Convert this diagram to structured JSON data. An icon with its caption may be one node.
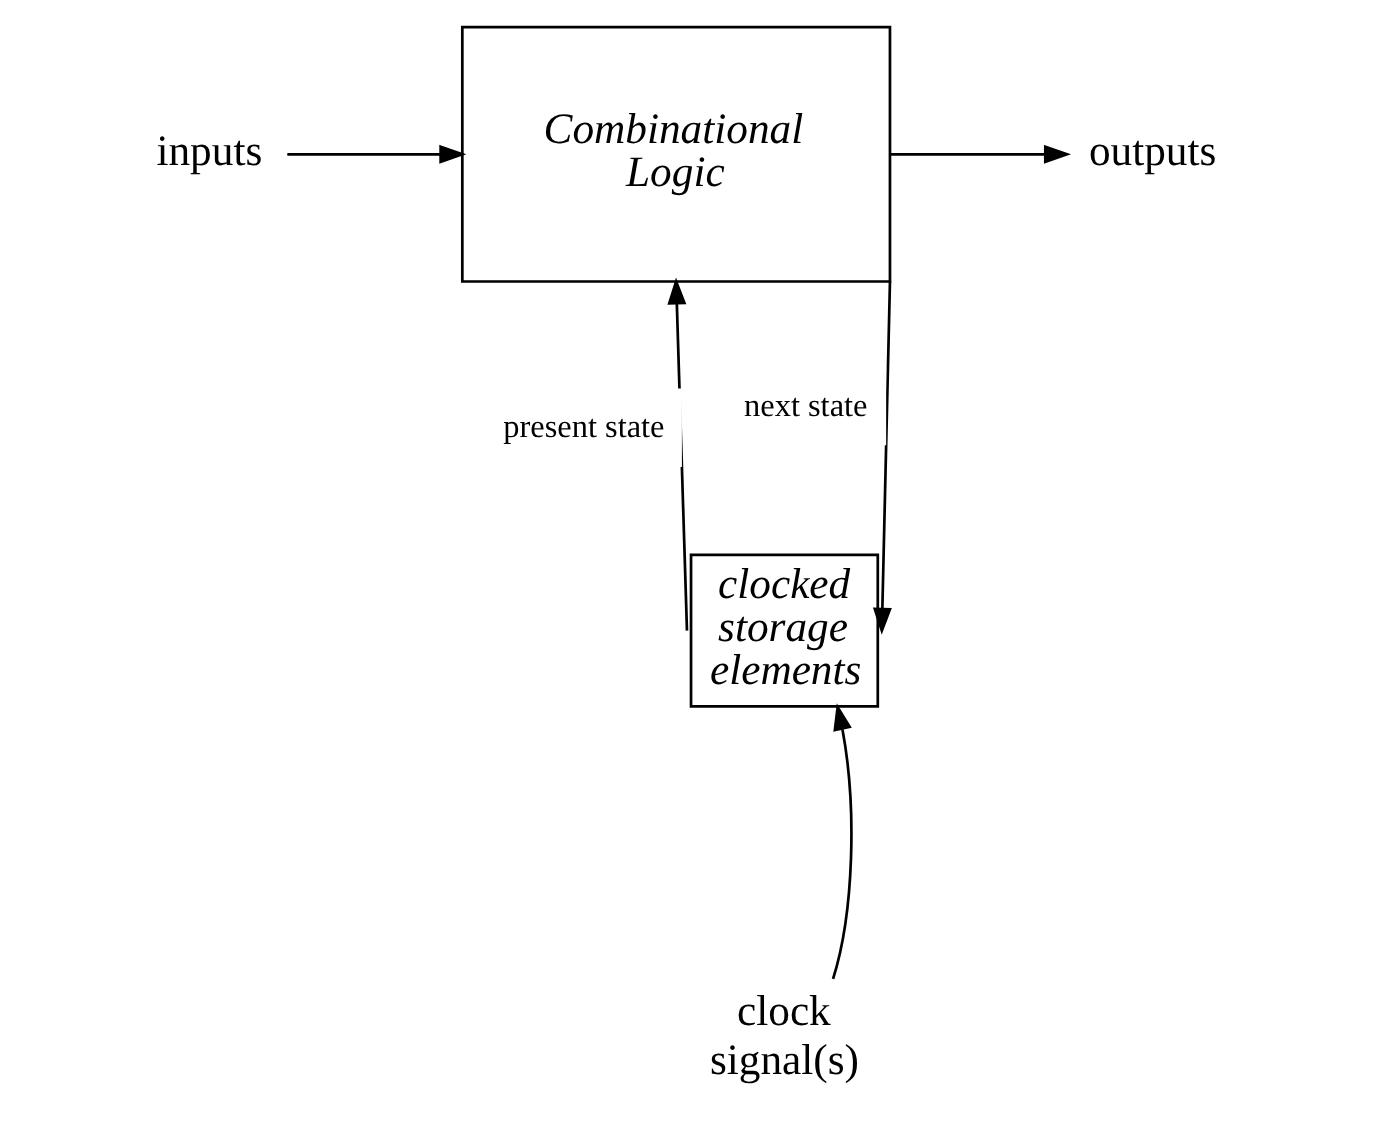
{
  "diagram": {
    "nodes": [
      {
        "text": [
          "inputs"
        ]
      },
      {
        "text": [
          "Combinational Logic"
        ]
      },
      {
        "text": [
          "outputs"
        ]
      },
      {
        "text": [
          "clocked storage elements"
        ]
      },
      {
        "text": [
          "clock signal(s)"
        ]
      }
    ],
    "edges": [
      {
        "from": 0,
        "to": 1,
        "arrow": "to"
      },
      {
        "from": 1,
        "to": 2,
        "arrow": "to"
      },
      {
        "from": 1,
        "to": 3,
        "arrow": "to",
        "label": "next state"
      },
      {
        "from": 3,
        "to": 1,
        "arrow": "to",
        "label": "present state"
      },
      {
        "from": 4,
        "to": 3,
        "arrow": "to"
      }
    ]
  }
}
